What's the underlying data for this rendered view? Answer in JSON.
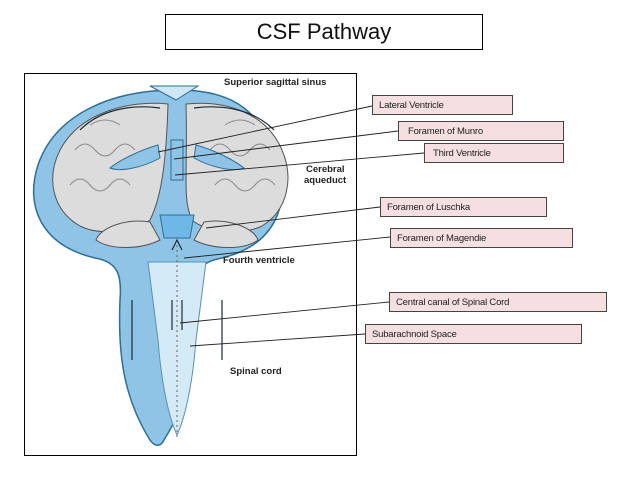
{
  "title": "CSF Pathway",
  "image_labels": {
    "superior_sagittal_sinus": "Superior sagittal sinus",
    "cerebral_aqueduct_1": "Cerebral",
    "cerebral_aqueduct_2": "aqueduct",
    "fourth_ventricle": "Fourth ventricle",
    "spinal_cord": "Spinal cord"
  },
  "callouts": {
    "lateral_ventricle": "Lateral Ventricle",
    "foramen_of_munro": "Foramen of Munro",
    "third_ventricle": "Third Ventricle",
    "foramen_of_luschka": "Foramen of Luschka",
    "foramen_of_magendie": "Foramen of Magendie",
    "central_canal": "Central canal of Spinal Cord",
    "subarachnoid_space": "Subarachnoid Space"
  },
  "colors": {
    "csf_blue": "#8fc4e6",
    "canal_light": "#d4ebf7",
    "brain_gray": "#dcdcdc",
    "callout_fill": "#f6dfe0"
  }
}
